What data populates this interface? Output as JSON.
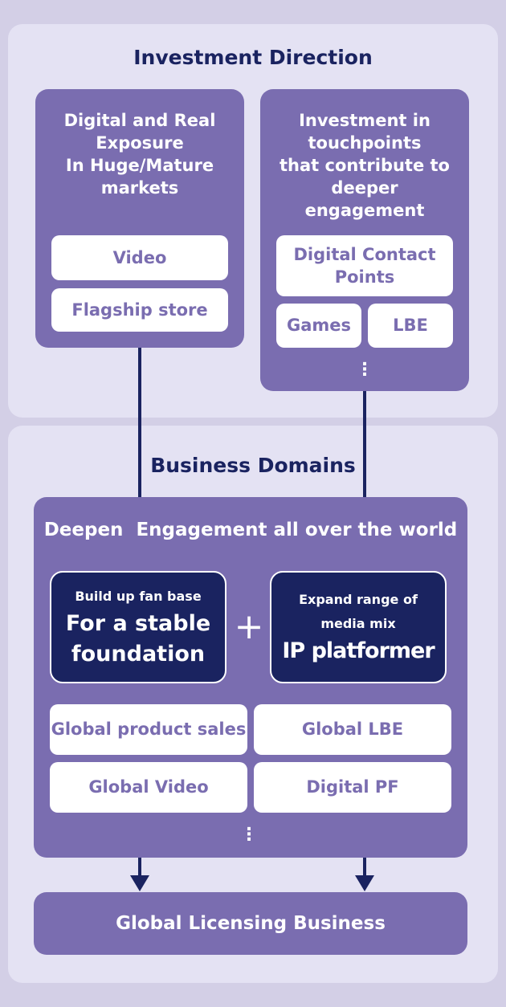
{
  "investment_direction": {
    "title": "Investment Direction",
    "left_box": {
      "title": "Digital and Real\nExposure\nIn Huge/Mature\nmarkets",
      "items": [
        "Video",
        "Flagship store"
      ]
    },
    "right_box": {
      "title": "Investment in\ntouchpoints\nthat contribute to\ndeeper\nengagement",
      "items": [
        "Digital Contact\nPoints",
        "Games",
        "LBE"
      ],
      "more": "⋮"
    }
  },
  "business_domains": {
    "title": "Business Domains",
    "box_title": "Deepen  Engagement all over the world",
    "left_card": {
      "subtitle": "Build up fan base",
      "title": "For a stable\nfoundation"
    },
    "plus": "+",
    "right_card": {
      "subtitle": "Expand range of\nmedia mix",
      "title": "IP platformer"
    },
    "items": [
      "Global product sales",
      "Global LBE",
      "Global Video",
      "Digital PF"
    ],
    "more": "⋮"
  },
  "bottom": {
    "label": "Global Licensing Business"
  },
  "colors": {
    "navy": "#1a2360",
    "purple": "#7a6db0",
    "panel": "#e4e2f3",
    "background": "#d3cfe6"
  }
}
